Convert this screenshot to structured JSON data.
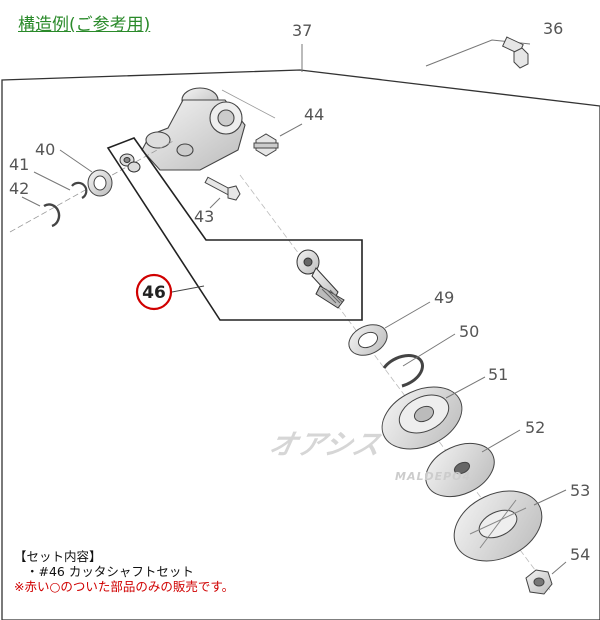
{
  "title": "構造例(ご参考用)",
  "callouts": {
    "p36": "36",
    "p37": "37",
    "p40": "40",
    "p41": "41",
    "p42": "42",
    "p43": "43",
    "p44": "44",
    "p46": "46",
    "p49": "49",
    "p50": "50",
    "p51": "51",
    "p52": "52",
    "p53": "53",
    "p54": "54"
  },
  "highlighted_part": "46",
  "highlight_color": "#d00000",
  "set_contents": {
    "heading": "【セット内容】",
    "item": "・#46 カッタシャフトセット",
    "note": "※赤い○のついた部品のみの販売です。"
  },
  "watermark": {
    "logo": "オアシス",
    "sub": "MALDEPO4"
  }
}
